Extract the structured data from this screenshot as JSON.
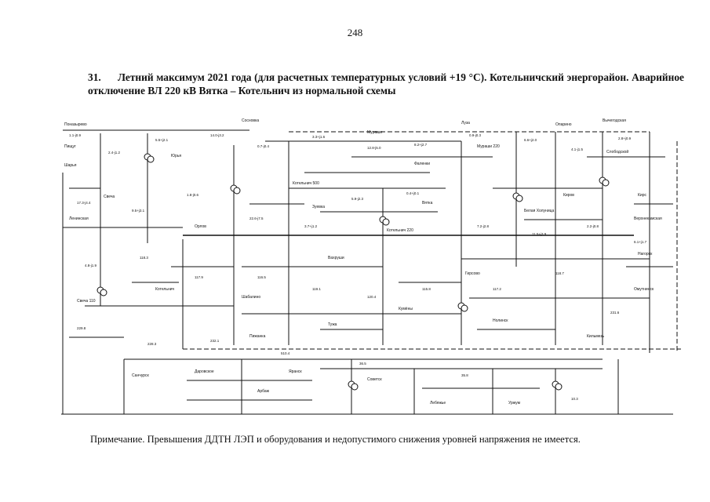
{
  "page": {
    "number": "248"
  },
  "heading": {
    "number": "31.",
    "text": "Летний максимум 2021 года (для расчетных температурных условий +19 °С). Котельничский энергорайон. Аварийное отключение ВЛ 220 кВ Вятка – Котельнич из нормальной схемы"
  },
  "note": {
    "text": "Примечание. Превышения ДДТН ЛЭП и оборудования и недопустимого снижения уровней напряжения не имеется."
  },
  "diagram": {
    "labels": {
      "top_left_1": "Поназырево",
      "top_left_2": "Пищуг",
      "top_left_3": "Шарья",
      "left_1": "Свеча",
      "left_2": "Ленинская",
      "left_3": "Котельнич",
      "center_1": "Котельнич 500",
      "center_2": "Котельнич 220",
      "center_3": "Вятка",
      "center_4": "Гирсово",
      "right_1": "Киров",
      "right_2": "Слободской",
      "right_3": "Омутнинск",
      "bottom_1": "Даровское",
      "bottom_2": "Яранск",
      "bottom_3": "Советск",
      "bottom_4": "Лебяжье",
      "bottom_5": "Уржум",
      "sub_1": "Сосновка",
      "sub_2": "Орлов",
      "sub_3": "Юрья",
      "sub_4": "Мураши",
      "sub_5": "Луза",
      "sub_6": "Кильмезь",
      "sub_7": "Нолинск",
      "sub_8": "Белая Холуница",
      "sub_9": "Зуевка",
      "sub_10": "Фаленки",
      "sub_11": "Кирс",
      "sub_12": "Верхнекамская",
      "sub_13": "Мураши 220",
      "sub_14": "Опарино",
      "sub_15": "Пижанка",
      "sub_16": "Тужа",
      "sub_17": "Санчурск",
      "sub_18": "Арбаж",
      "sub_19": "Кумёны",
      "sub_20": "Вахруши",
      "sub_21": "Вычегодская",
      "sub_22": "Нагорск",
      "sub_23": "Свеча 110",
      "sub_24": "Шабалино",
      "flows": [
        "1.1-j0.9",
        "2.4-j1.2",
        "5.5+j2.1",
        "14.0-j3.2",
        "0.7-j0.4",
        "3.3+j1.6",
        "12.8-j5.0",
        "8.2+j2.7",
        "0.9-j0.3",
        "6.6+j2.0",
        "4.1-j1.5",
        "2.8+j0.9",
        "17.3-j4.4",
        "9.5+j3.1",
        "1.8-j0.6",
        "22.6-j7.5",
        "3.7+j1.2",
        "5.9-j2.3",
        "0.4+j0.1",
        "7.2-j2.8",
        "11.5+j3.9",
        "2.2-j0.8",
        "6.1+j1.7",
        "4.8-j1.9",
        "118.3",
        "117.9",
        "116.5",
        "119.1",
        "120.4",
        "115.8",
        "117.2",
        "118.7",
        "231.6",
        "229.8",
        "228.3",
        "232.1",
        "510.4",
        "36.5",
        "35.8",
        "10.3"
      ]
    }
  }
}
